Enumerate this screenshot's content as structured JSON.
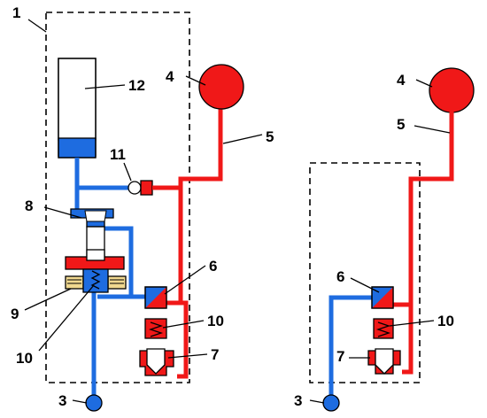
{
  "colors": {
    "blue_fluid": "#1e6ce0",
    "red_fluid": "#f01818",
    "outline": "#000000",
    "coil_fill": "#f0d890",
    "piston": "#ffffff"
  },
  "left_diagram": {
    "labels": {
      "housing": "1",
      "outlet": "3",
      "reservoir": "4",
      "line": "5",
      "valve": "6",
      "piston_lower": "7",
      "upper_valve": "8",
      "solenoid": "9",
      "spring_left": "10",
      "spring_right": "10",
      "check_valve": "11",
      "accumulator": "12"
    }
  },
  "right_diagram": {
    "labels": {
      "outlet": "3",
      "reservoir": "4",
      "line": "5",
      "valve": "6",
      "piston_lower": "7",
      "spring": "10"
    }
  }
}
